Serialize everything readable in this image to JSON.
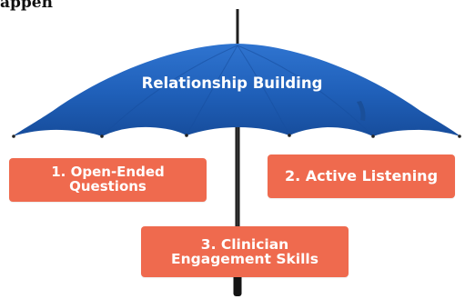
{
  "heading": "appen",
  "umbrella": {
    "title": "Relationship Building",
    "canopy_color": "#1e5db4",
    "shaft_color": "#1a1a1a"
  },
  "boxes": [
    {
      "line1": "1. Open-Ended",
      "line2": "Questions"
    },
    {
      "line1": "2. Active Listening"
    },
    {
      "line1": "3. Clinician",
      "line2": "Engagement Skills"
    }
  ],
  "box_color": "#ef6a4e"
}
